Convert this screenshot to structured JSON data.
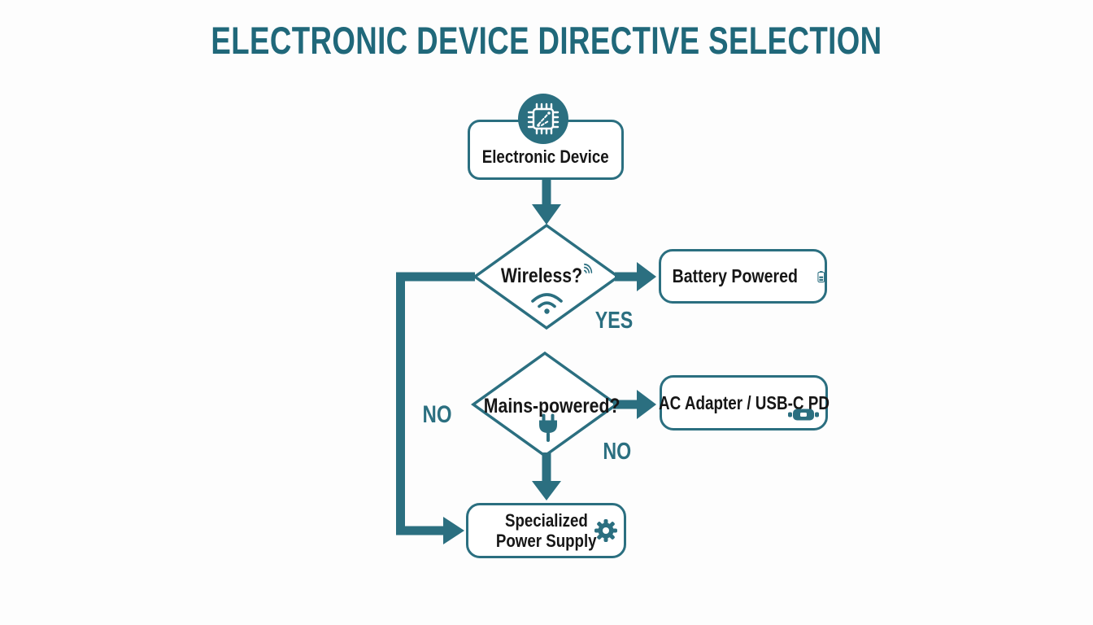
{
  "title": "ELECTRONIC DEVICE DIRECTIVE SELECTION",
  "colors": {
    "teal": "#2b6f80",
    "title_teal": "#20687a",
    "text": "#161616",
    "background": "#fdfdfd"
  },
  "nodes": {
    "device": {
      "label": "Electronic Device",
      "icon": "chip-icon"
    },
    "wireless": {
      "label": "Wireless?",
      "icon": "wifi-icon"
    },
    "battery": {
      "label": "Battery Powered",
      "icon": "battery-icon"
    },
    "mains": {
      "label": "Mains-powered?",
      "icon": "plug-icon"
    },
    "ac_adapter": {
      "label": "AC Adapter / USB-C PD",
      "icon": "usb-c-icon"
    },
    "specialized": {
      "label_line1": "Specialized",
      "label_line2": "Power Supply",
      "icon": "gear-icon"
    }
  },
  "edge_labels": {
    "wireless_yes": "YES",
    "wireless_no": "NO",
    "mains_no": "NO"
  }
}
